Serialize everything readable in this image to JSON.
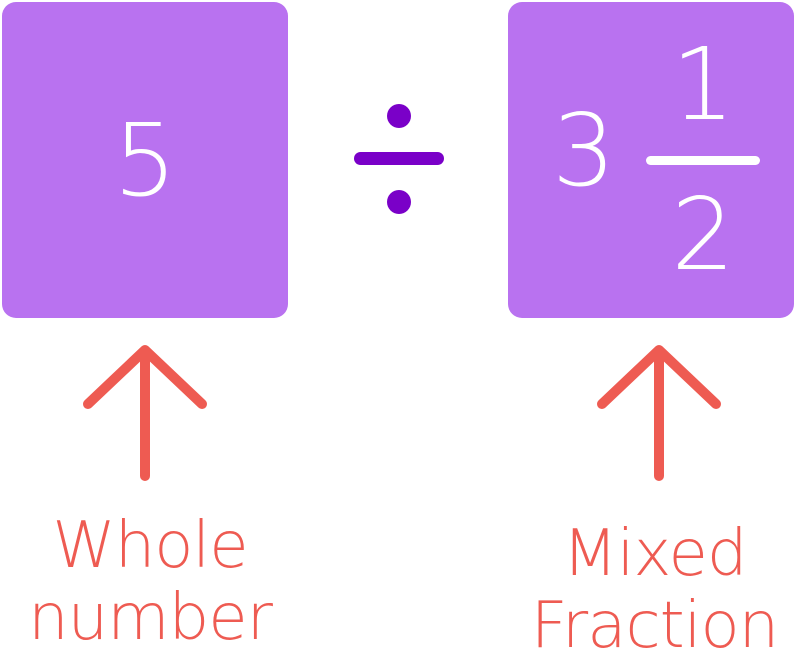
{
  "expression": {
    "whole_number": "5",
    "operator": "÷",
    "mixed_fraction": {
      "whole": "3",
      "numerator": "1",
      "denominator": "2"
    }
  },
  "labels": {
    "left": [
      "Whole",
      "number"
    ],
    "right": [
      "Mixed",
      "Fraction"
    ]
  },
  "colors": {
    "box": "#b972f0",
    "operator": "#7a00c8",
    "arrow_and_label": "#ee5b52",
    "digits": "#ffffff"
  },
  "icons": {
    "operator": "divide-icon",
    "pointer": "arrow-up-icon"
  }
}
